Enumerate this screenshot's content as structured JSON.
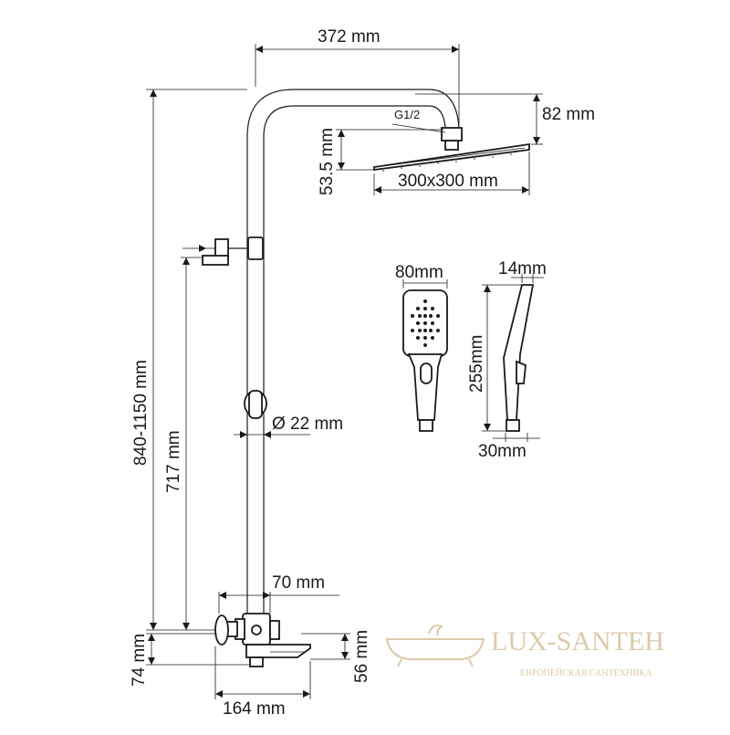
{
  "dimensions": {
    "top_width": "372 mm",
    "head_height": "82 mm",
    "connection": "G1/2",
    "head_offset": "53.5 mm",
    "head_size": "300x300 mm",
    "total_height": "840-1150 mm",
    "bar_height": "717 mm",
    "pipe_diameter": "Ø 22 mm",
    "spout_reach": "70 mm",
    "mixer_height": "74 mm",
    "spout_height": "56 mm",
    "mixer_width": "164 mm",
    "hand_width": "80mm",
    "hand_depth_top": "14mm",
    "hand_length": "255mm",
    "hand_depth_bottom": "30mm"
  },
  "watermark": {
    "brand": "LUX-SANTEH",
    "tagline": "ЕВРОПЕЙСКАЯ САНТЕХНИКА",
    "color": "#d8c5a3"
  }
}
